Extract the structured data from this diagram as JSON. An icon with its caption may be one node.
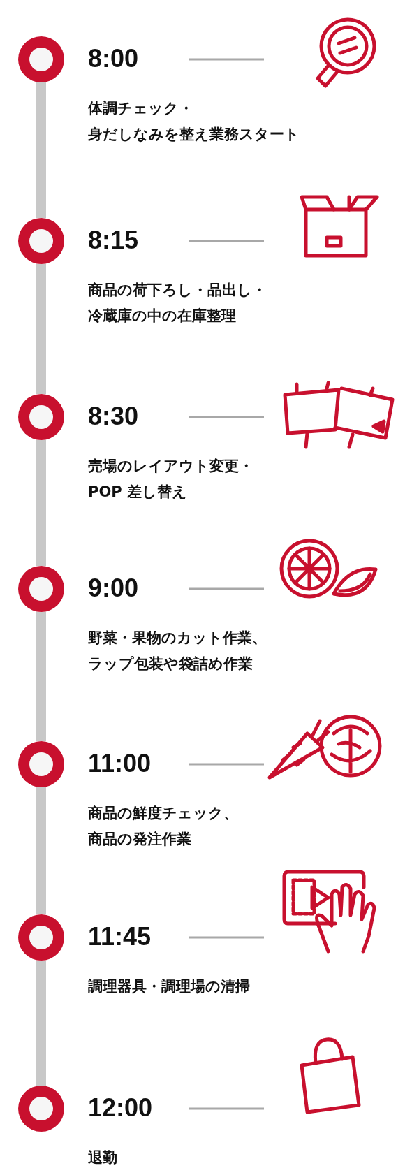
{
  "diagram": {
    "nodes": [
      {
        "text": [],
        "shape": "circle",
        "beside": [
          "8:00",
          "体調チェック・身だしなみを整え業務スタート"
        ]
      },
      {
        "text": [],
        "shape": "circle",
        "beside": [
          "8:15",
          "商品の荷下ろし・品出し・冷蔵庫の中の在庫整理"
        ]
      },
      {
        "text": [],
        "shape": "circle",
        "beside": [
          "8:30",
          "売場のレイアウト変更・POP 差し替え"
        ]
      },
      {
        "text": [],
        "shape": "circle",
        "beside": [
          "9:00",
          "野菜・果物のカット作業、ラップ包装や袋詰め作業"
        ]
      },
      {
        "text": [],
        "shape": "circle",
        "beside": [
          "11:00",
          "商品の鮮度チェック、商品の発注作業"
        ]
      },
      {
        "text": [],
        "shape": "circle",
        "beside": [
          "11:45",
          "調理器具・調理場の清掃"
        ]
      },
      {
        "text": [],
        "shape": "circle",
        "beside": [
          "12:00",
          "退勤"
        ]
      }
    ],
    "edges": [
      {
        "from": 0,
        "to": 1,
        "arrow": "none"
      },
      {
        "from": 1,
        "to": 2,
        "arrow": "none"
      },
      {
        "from": 2,
        "to": 3,
        "arrow": "none"
      },
      {
        "from": 3,
        "to": 4,
        "arrow": "none"
      },
      {
        "from": 4,
        "to": 5,
        "arrow": "none"
      },
      {
        "from": 5,
        "to": 6,
        "arrow": "none"
      }
    ]
  }
}
